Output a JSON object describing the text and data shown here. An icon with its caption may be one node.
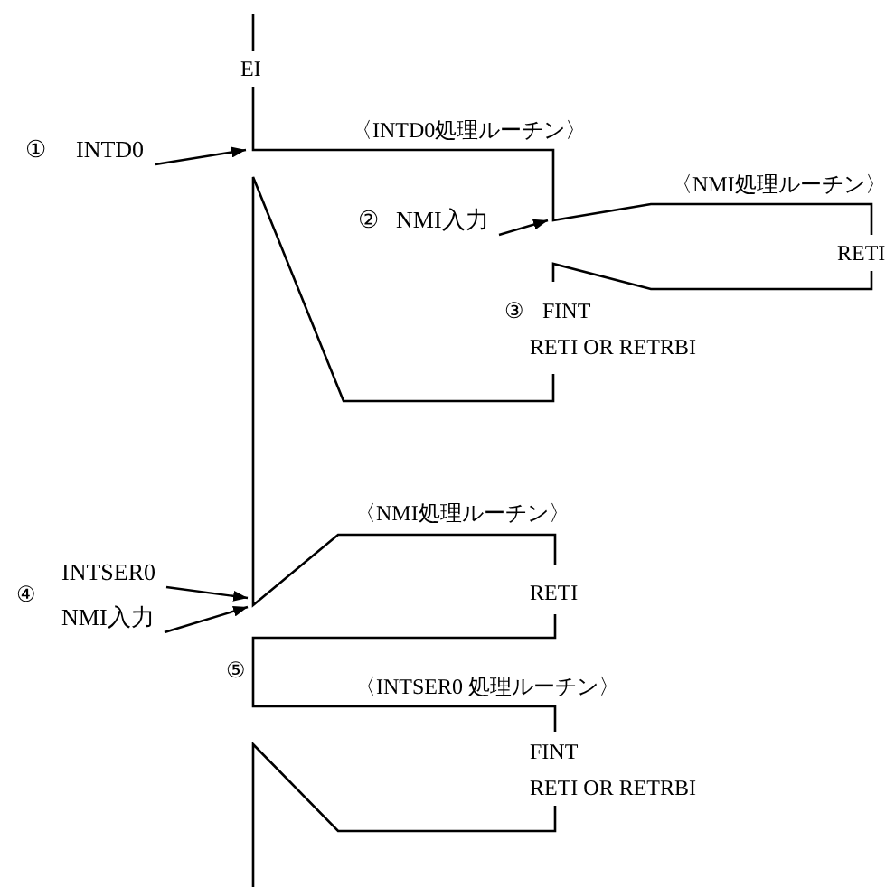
{
  "diagram": {
    "nodes": [
      {
        "text": [
          "INTD0"
        ],
        "beside": [
          "①"
        ]
      },
      {
        "text": [
          "NMI入力"
        ],
        "beside": [
          "②"
        ]
      },
      {
        "text": [
          "INTSER0"
        ]
      },
      {
        "text": [
          "NMI入力"
        ]
      }
    ],
    "edges": [
      {
        "from": 0,
        "to": null,
        "arrow": "to"
      },
      {
        "from": 1,
        "to": null,
        "arrow": "to"
      },
      {
        "from": 2,
        "to": null,
        "arrow": "to"
      },
      {
        "from": 3,
        "to": null,
        "arrow": "to"
      }
    ],
    "labels": [
      "EI",
      "〈INTD0処理ルーチン〉",
      "〈NMI処理ルーチン〉",
      "RETI",
      "③",
      "FINT",
      "RETI OR RETRBI",
      "④",
      "〈NMI処理ルーチン〉",
      "RETI",
      "⑤",
      "〈INTSER0 処理ルーチン〉",
      "FINT",
      "RETI OR RETRBI"
    ]
  }
}
